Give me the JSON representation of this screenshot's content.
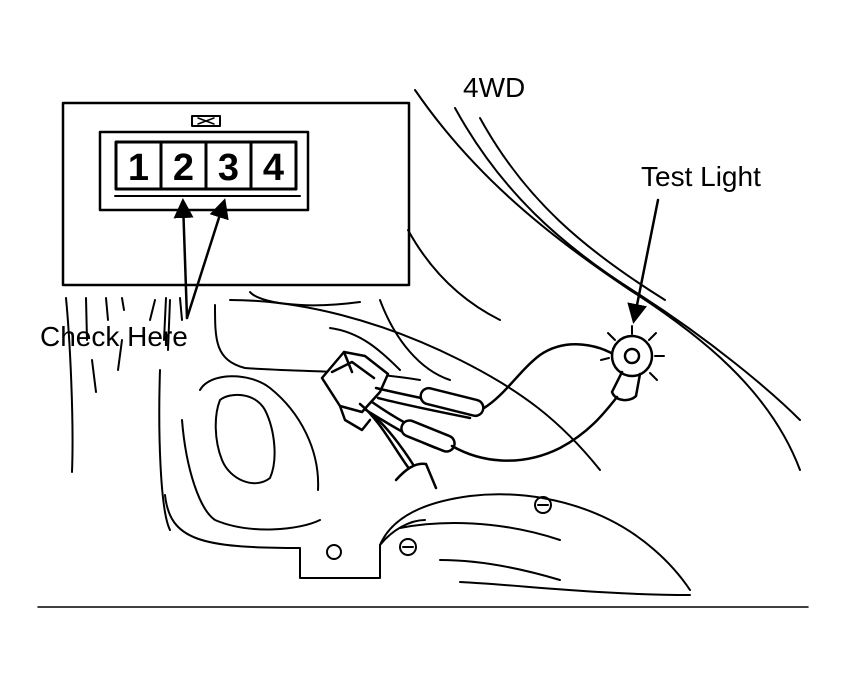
{
  "labels": {
    "drive_type": "4WD",
    "test_light": "Test Light",
    "check_here": "Check Here"
  },
  "connector": {
    "pins": [
      "1",
      "2",
      "3",
      "4"
    ]
  },
  "colors": {
    "ink": "#000000",
    "background": "#ffffff"
  }
}
